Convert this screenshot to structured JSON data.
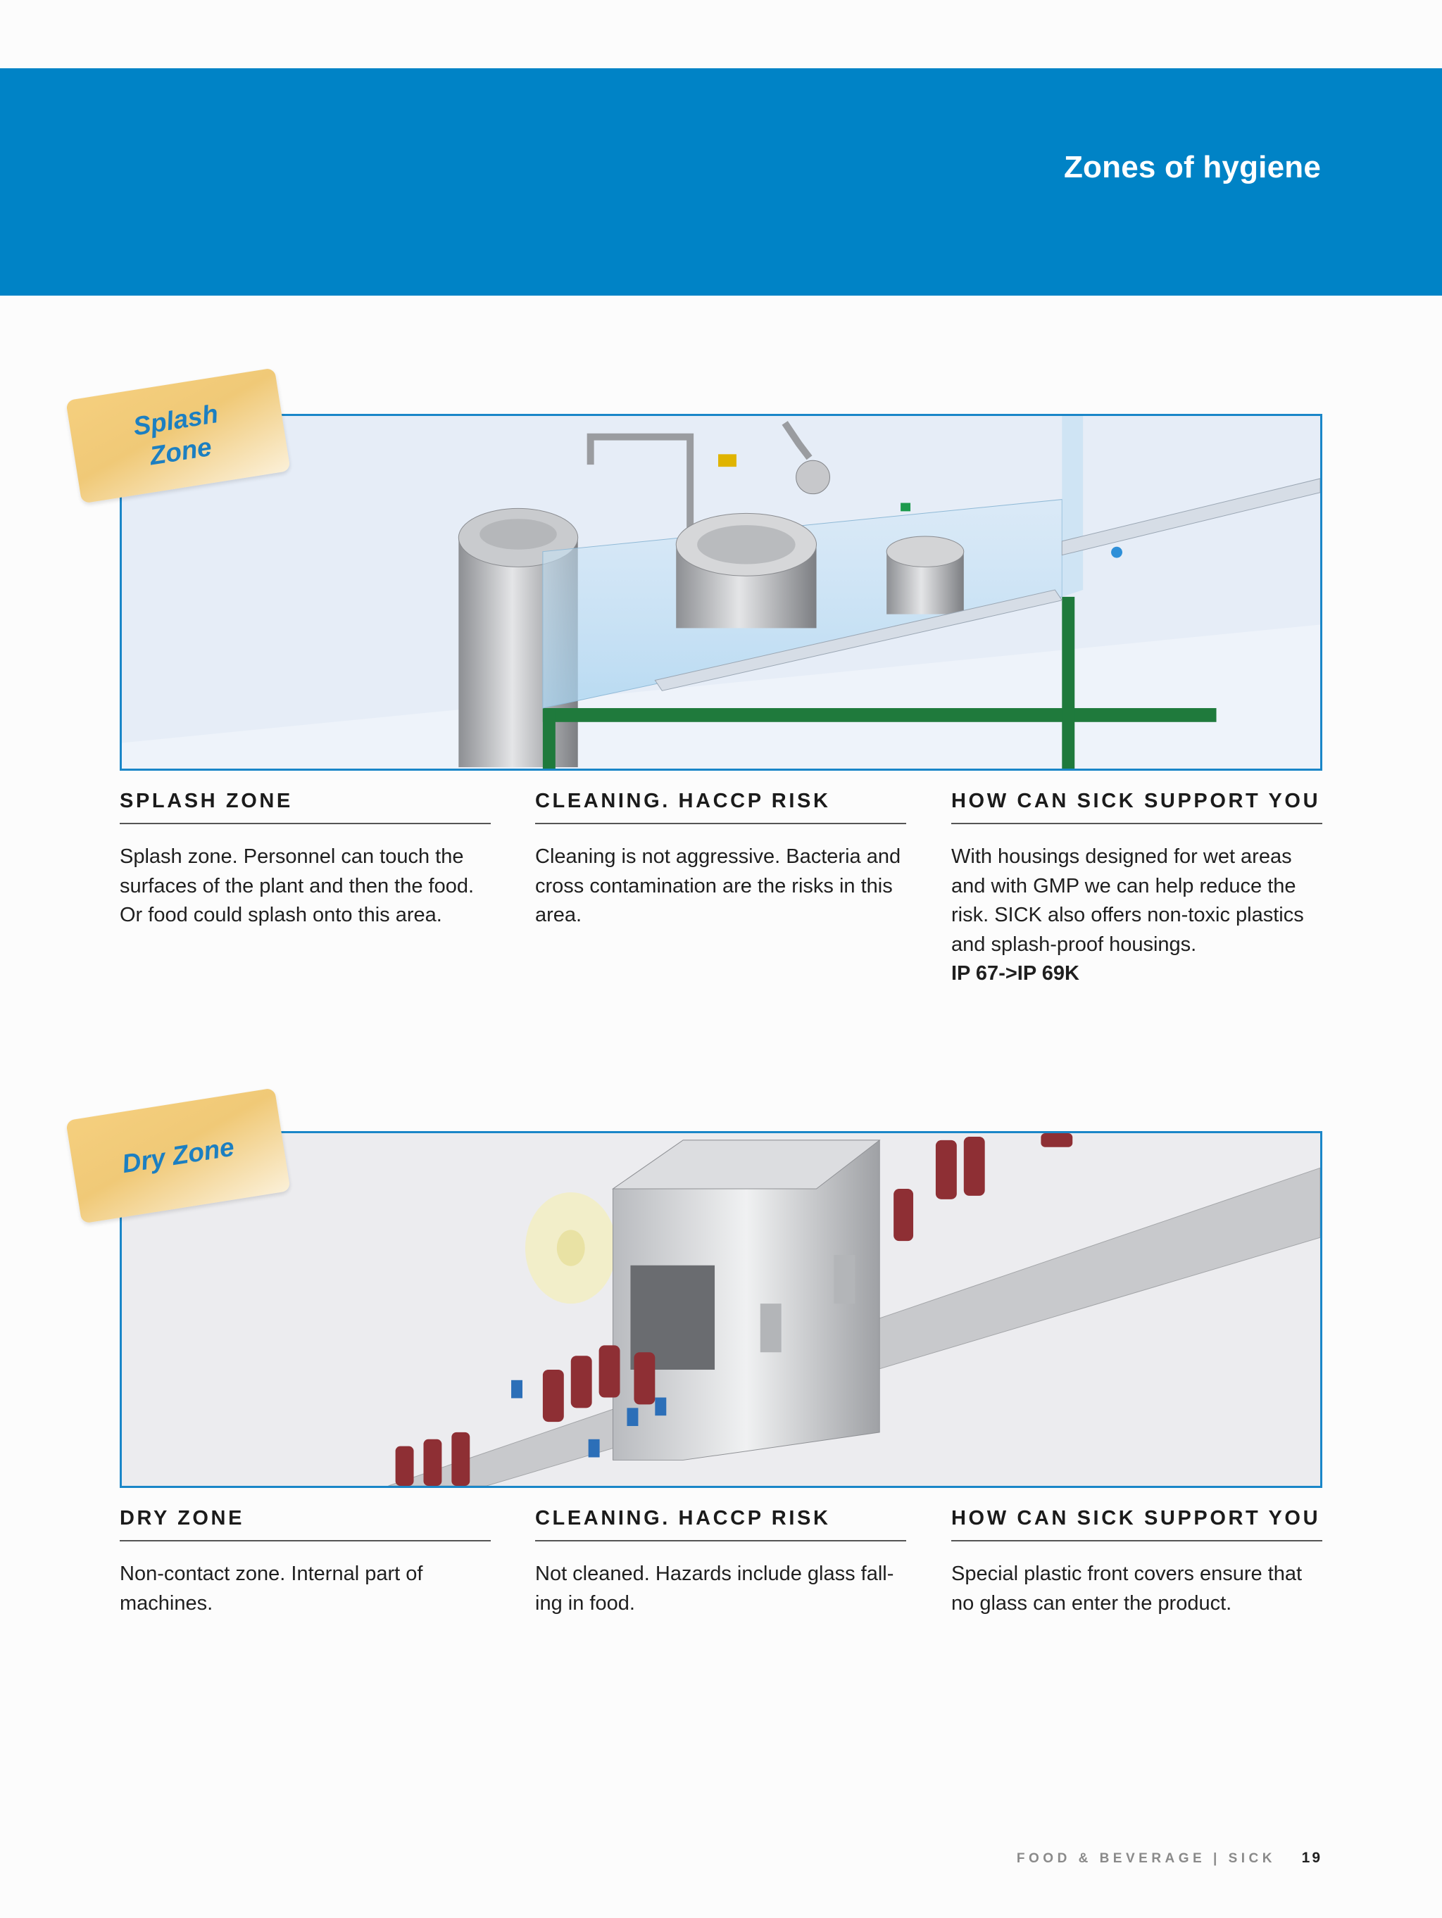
{
  "header": {
    "title": "Zones of hygiene"
  },
  "sections": [
    {
      "tag": "Splash\nZone",
      "columns": [
        {
          "heading": "SPLASH ZONE",
          "text": "Splash zone. Personnel can touch the surfaces of the plant and then the food. Or food could splash onto this area."
        },
        {
          "heading": "CLEANING. HACCP RISK",
          "text": "Cleaning is not aggressive. Bacteria and cross contamination are the risks in this area."
        },
        {
          "heading": "HOW CAN SICK SUPPORT YOU",
          "text": "With housings designed for wet areas and with GMP we can help reduce the risk. SICK also offers non-toxic plastics and splash-proof housings.",
          "emphasis": "IP 67->IP 69K"
        }
      ]
    },
    {
      "tag": "Dry Zone",
      "columns": [
        {
          "heading": "DRY ZONE",
          "text": "Non-contact zone. Internal part of machines."
        },
        {
          "heading": "CLEANING. HACCP RISK",
          "text": "Not cleaned. Hazards include glass fall-ing in food."
        },
        {
          "heading": "HOW CAN SICK SUPPORT YOU",
          "text": "Special plastic front covers ensure that no glass can enter the product."
        }
      ]
    }
  ],
  "footer": {
    "text": "FOOD & BEVERAGE | SICK",
    "page": "19"
  }
}
